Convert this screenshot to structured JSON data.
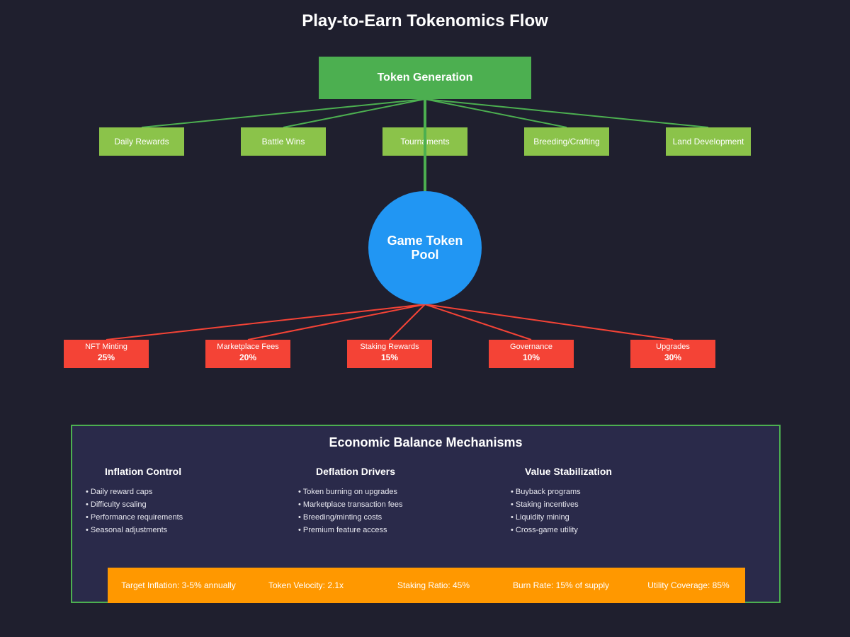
{
  "title": "Play-to-Earn Tokenomics Flow",
  "generation": {
    "label": "Token Generation",
    "color": "#4caf50",
    "sources": [
      {
        "label": "Daily Rewards"
      },
      {
        "label": "Battle Wins"
      },
      {
        "label": "Tournaments"
      },
      {
        "label": "Breeding/Crafting"
      },
      {
        "label": "Land Development"
      }
    ],
    "source_color": "#8bc34a"
  },
  "pool": {
    "label": "Game Token Pool",
    "color": "#2196f3"
  },
  "sinks": {
    "color": "#f44336",
    "items": [
      {
        "label": "NFT Minting",
        "percent": "25%"
      },
      {
        "label": "Marketplace Fees",
        "percent": "20%"
      },
      {
        "label": "Staking Rewards",
        "percent": "15%"
      },
      {
        "label": "Governance",
        "percent": "10%"
      },
      {
        "label": "Upgrades",
        "percent": "30%"
      }
    ]
  },
  "mechanisms": {
    "title": "Economic Balance Mechanisms",
    "columns": [
      {
        "title": "Inflation Control",
        "items": [
          "• Daily reward caps",
          "• Difficulty scaling",
          "• Performance requirements",
          "• Seasonal adjustments"
        ]
      },
      {
        "title": "Deflation Drivers",
        "items": [
          "• Token burning on upgrades",
          "• Marketplace transaction fees",
          "• Breeding/minting costs",
          "• Premium feature access"
        ]
      },
      {
        "title": "Value Stabilization",
        "items": [
          "• Buyback programs",
          "• Staking incentives",
          "• Liquidity mining",
          "• Cross-game utility"
        ]
      }
    ],
    "metrics": [
      "Target Inflation: 3-5% annually",
      "Token Velocity: 2.1x",
      "Staking Ratio: 45%",
      "Burn Rate: 15% of supply",
      "Utility Coverage: 85%"
    ],
    "metrics_color": "#ff9800",
    "border_color": "#4caf50"
  }
}
